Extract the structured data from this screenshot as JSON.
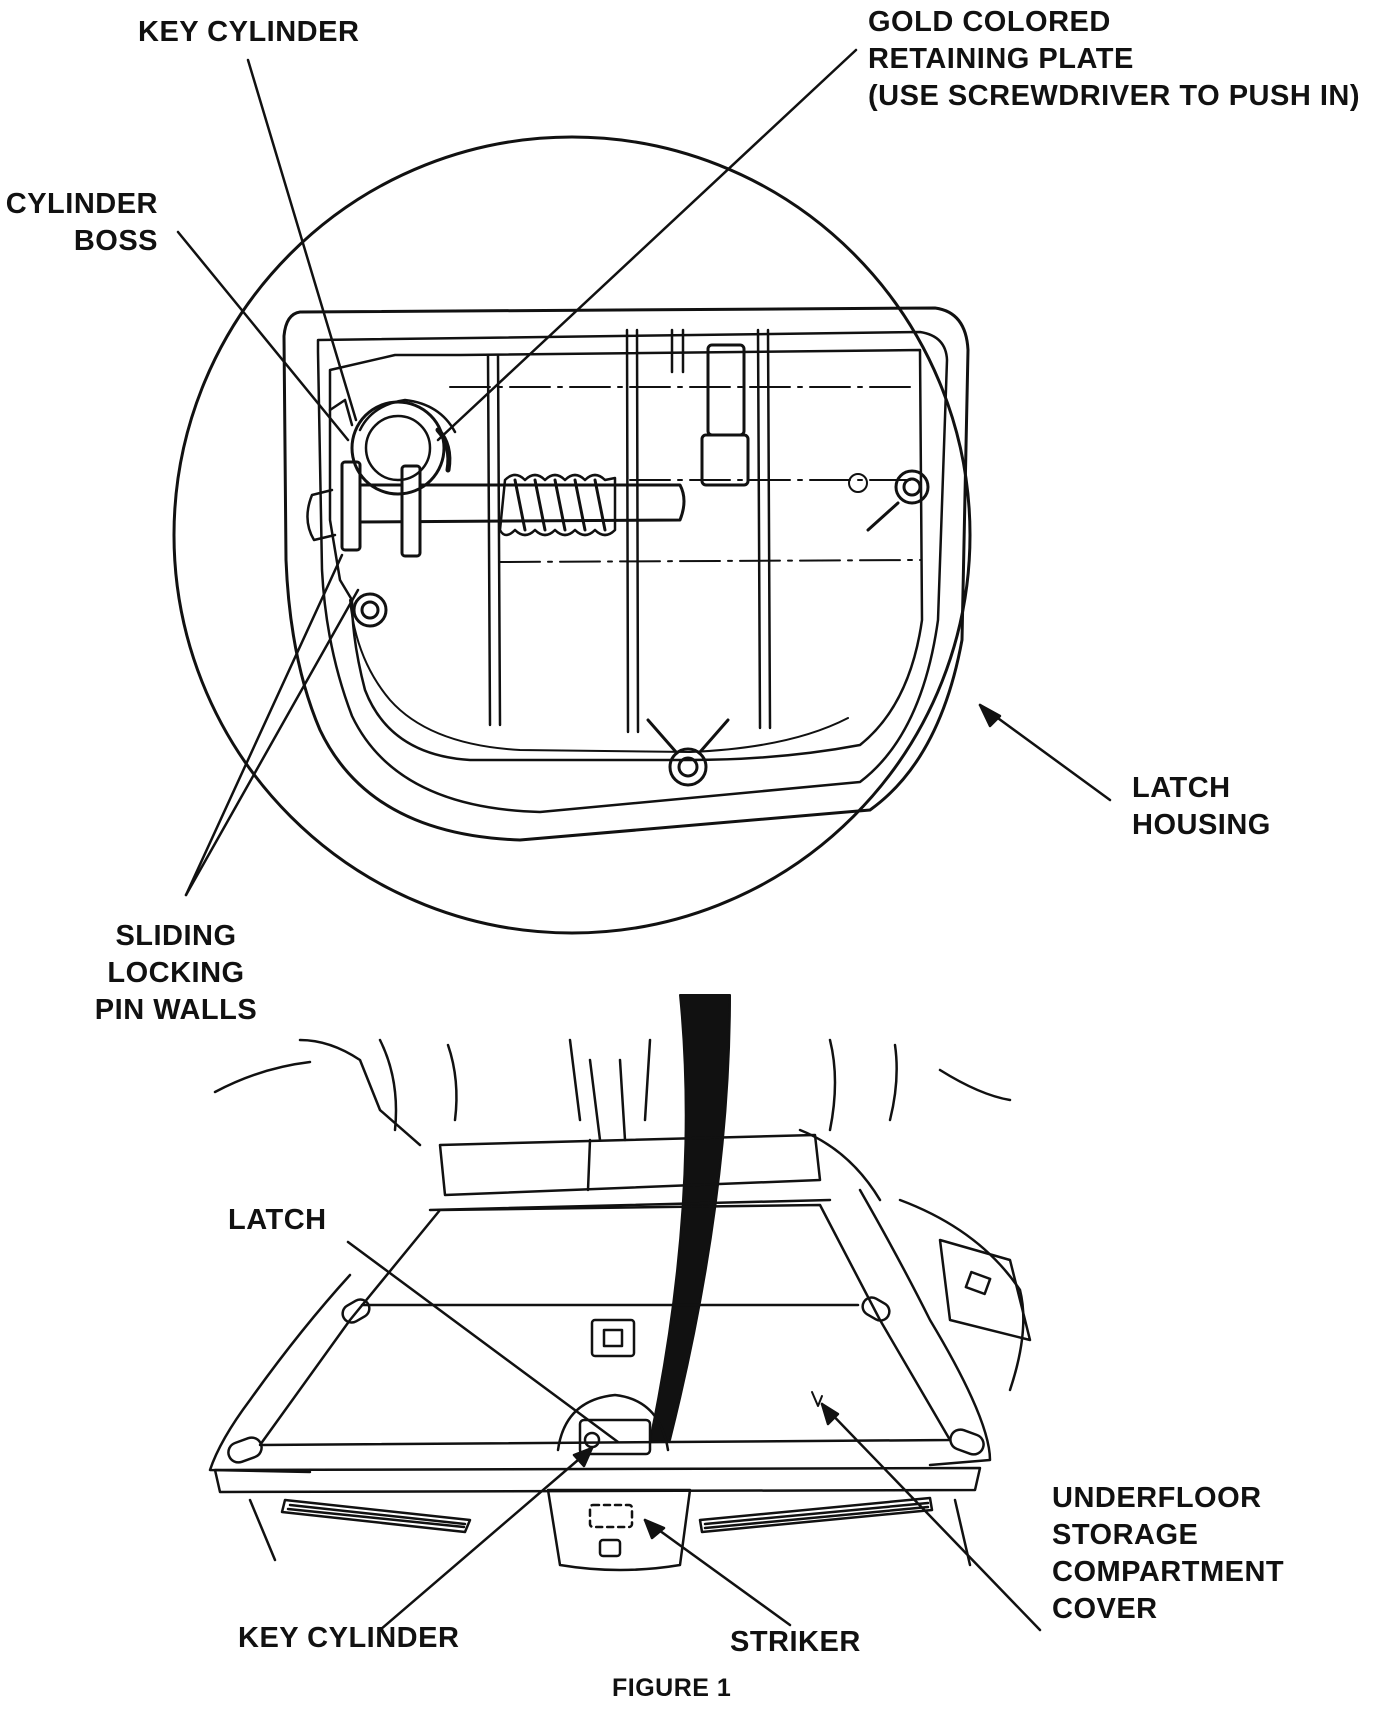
{
  "labels": {
    "key_cylinder_top": "KEY CYLINDER",
    "gold_plate": [
      "GOLD COLORED",
      "RETAINING PLATE",
      "(USE SCREWDRIVER TO PUSH IN)"
    ],
    "cylinder_boss": [
      "CYLINDER",
      "BOSS"
    ],
    "latch_housing": [
      "LATCH",
      "HOUSING"
    ],
    "sliding_pin_walls": [
      "SLIDING",
      "LOCKING",
      "PIN WALLS"
    ],
    "latch": "LATCH",
    "underfloor_cover": [
      "UNDERFLOOR",
      "STORAGE",
      "COMPARTMENT",
      "COVER"
    ],
    "key_cylinder_bottom": "KEY CYLINDER",
    "striker": "STRIKER"
  },
  "caption": "FIGURE 1",
  "colors": {
    "ink": "#111111",
    "paper": "#ffffff"
  }
}
